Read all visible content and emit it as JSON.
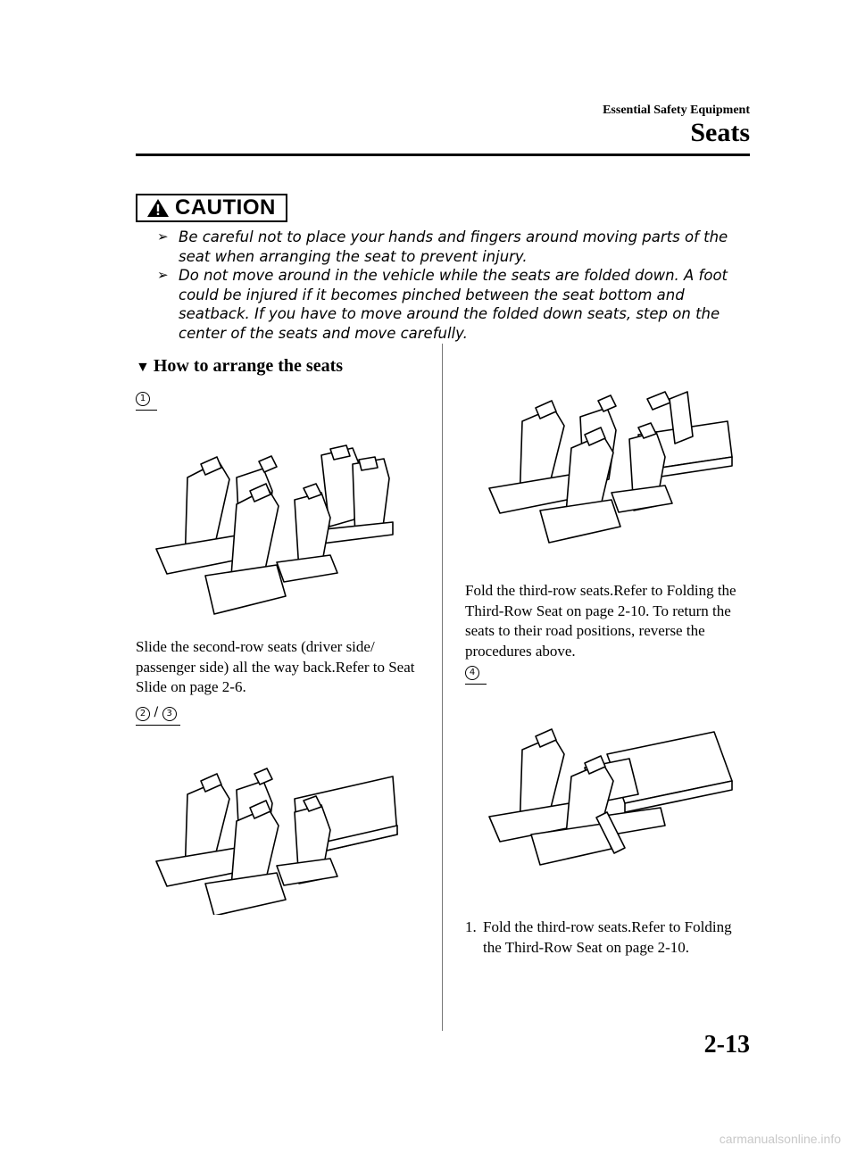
{
  "header": {
    "section": "Essential Safety Equipment",
    "title": "Seats"
  },
  "caution": {
    "label": "CAUTION",
    "items": [
      "Be careful not to place your hands and fingers around moving parts of the seat when arranging the seat to prevent injury.",
      "Do not move around in the vehicle while the seats are folded down. A foot could be injured if it becomes pinched between the seat bottom and seatback. If you have to move around the folded down seats, step on the center of the seats and move carefully."
    ]
  },
  "section": {
    "title": "How to arrange the seats"
  },
  "steps": [
    {
      "marker": "1",
      "text": "Slide the second-row seats (driver side/ passenger side) all the way back.Refer to Seat Slide on page 2-6."
    },
    {
      "marker_a": "2",
      "marker_sep": "/",
      "marker_b": "3",
      "text": ""
    },
    {
      "text": "Fold the third-row seats.Refer to Folding the Third-Row Seat on page 2-10. To return the seats to their road positions, reverse the procedures above."
    },
    {
      "marker": "4",
      "list": [
        {
          "num": "1.",
          "text": "Fold the third-row seats.Refer to Folding the Third-Row Seat on page 2-10."
        }
      ]
    }
  ],
  "footer": {
    "page_number": "2-13",
    "watermark": "carmanualsonline.info"
  }
}
